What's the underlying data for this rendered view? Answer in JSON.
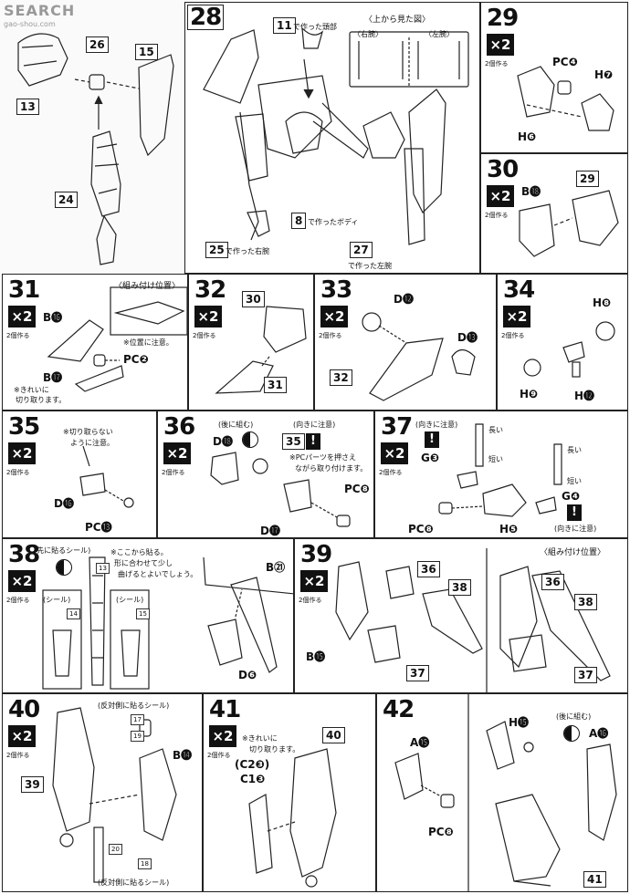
{
  "watermark": {
    "text": "SEARCH",
    "site": "gao-shou.com"
  },
  "steps": {
    "s28": {
      "num": "28",
      "made11": "で作った頭部",
      "top_view": "〈上から見た図〉",
      "right_arm": "〈右腕〉",
      "left_arm": "〈左腕〉",
      "made8": "で作ったボディ",
      "made25": "で作った右腕",
      "made27": "で作った左腕",
      "p11": "11",
      "p8": "8",
      "p25": "25",
      "p27": "27"
    },
    "s_top_left": {
      "p26": "26",
      "p15": "15",
      "p13": "13",
      "p24": "24"
    },
    "s29": {
      "num": "29",
      "x2": "×2",
      "make": "2個作る",
      "pc4": "PC❹",
      "h7": "H❼",
      "h6": "H❻"
    },
    "s30": {
      "num": "30",
      "x2": "×2",
      "make": "2個作る",
      "b18": "B⓲",
      "p29": "29"
    },
    "s31": {
      "num": "31",
      "x2": "×2",
      "make": "2個作る",
      "pos": "〈組み付け位置〉",
      "b16": "B⓰",
      "pc2": "PC❷",
      "b17": "B⓱",
      "pos_note": "※位置に注意。",
      "cut1": "※きれいに",
      "cut2": "切り取ります。"
    },
    "s32": {
      "num": "32",
      "x2": "×2",
      "make": "2個作る",
      "p30": "30",
      "p31": "31"
    },
    "s33": {
      "num": "33",
      "x2": "×2",
      "make": "2個作る",
      "d12": "D⓬",
      "d13": "D⓭",
      "p32": "32"
    },
    "s34": {
      "num": "34",
      "x2": "×2",
      "make": "2個作る",
      "h8": "H❽",
      "h9": "H❾",
      "h12": "H⓬"
    },
    "s35": {
      "num": "35",
      "x2": "×2",
      "make": "2個作る",
      "note1": "※切り取らない",
      "note2": "ように注意。",
      "d16": "D⓰",
      "pc13": "PC⓭"
    },
    "s36": {
      "num": "36",
      "x2": "×2",
      "make": "2個作る",
      "back": "(後に組む)",
      "d18": "D⓲",
      "ref35": "35",
      "orient": "(向きに注意)",
      "pc_note1": "※PCパーツを押さえ",
      "pc_note2": "ながら取り付けます。",
      "pc8": "PC❽",
      "d17": "D⓱"
    },
    "s37": {
      "num": "37",
      "x2": "×2",
      "make": "2個作る",
      "orient": "(向きに注意)",
      "g3": "G❸",
      "long1": "長い",
      "short1": "短い",
      "long2": "長い",
      "short2": "短い",
      "g4": "G❹",
      "orient2": "(向きに注意)",
      "pc8": "PC❽",
      "h5": "H❺"
    },
    "s38": {
      "num": "38",
      "x2": "×2",
      "make": "2個作る",
      "seal_first": "(先に貼るシール)",
      "s13": "13",
      "note1": "※ここから貼る。",
      "note2": "形に合わせて少し",
      "note3": "曲げるとよいでしょう。",
      "seal": "(シール)",
      "seal2": "(シール)",
      "s14": "14",
      "s15": "15",
      "b21": "B㉑",
      "d6": "D❻"
    },
    "s39": {
      "num": "39",
      "x2": "×2",
      "make": "2個作る",
      "pos": "〈組み付け位置〉",
      "p36": "36",
      "p38": "38",
      "p37": "37",
      "b15": "B⓯",
      "p36b": "36",
      "p38b": "38",
      "p37b": "37"
    },
    "s40": {
      "num": "40",
      "x2": "×2",
      "make": "2個作る",
      "opp1": "(反対側に貼るシール)",
      "s17": "17",
      "s19": "19",
      "b14": "B⓮",
      "p39": "39",
      "s20": "20",
      "s18": "18",
      "opp2": "(反対側に貼るシール)"
    },
    "s41": {
      "num": "41",
      "x2": "×2",
      "make": "2個作る",
      "cut1": "※きれいに",
      "cut2": "切り取ります。",
      "c23": "(C2❸)",
      "c13": "C1❸",
      "p40": "40"
    },
    "s42": {
      "num": "42",
      "a15": "A⓯",
      "pc8": "PC❽",
      "h15": "H⓯",
      "back": "(後に組む)",
      "a16": "A⓰",
      "p41": "41"
    }
  }
}
